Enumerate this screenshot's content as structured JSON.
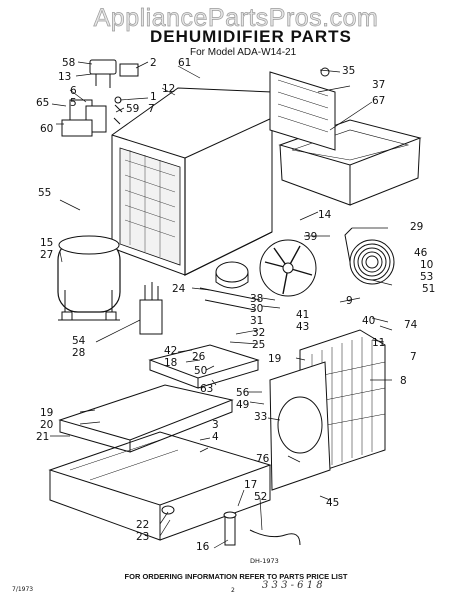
{
  "watermark": "AppliancePartsPros.com",
  "header": {
    "title": "DEHUMIDIFIER PARTS",
    "model": "For Model ADA-W14-21"
  },
  "callouts": [
    "58",
    "2",
    "13",
    "6",
    "5",
    "1",
    "7",
    "65",
    "59",
    "60",
    "61",
    "12",
    "35",
    "37",
    "67",
    "55",
    "14",
    "39",
    "29",
    "15",
    "27",
    "46",
    "10",
    "53",
    "51",
    "24",
    "30",
    "9",
    "31",
    "38",
    "41",
    "43",
    "40",
    "74",
    "54",
    "28",
    "32",
    "25",
    "11",
    "7",
    "42",
    "18",
    "26",
    "19",
    "50",
    "56",
    "63",
    "49",
    "8",
    "19",
    "20",
    "21",
    "3",
    "4",
    "33",
    "76",
    "17",
    "52",
    "45",
    "22",
    "23",
    "16"
  ],
  "drawing_code": "DH-1973",
  "footer": {
    "note": "FOR ORDERING INFORMATION REFER TO PARTS PRICE LIST",
    "date": "7/1973",
    "page": "2",
    "handwritten": "3 3 3 - 6 1 8"
  }
}
